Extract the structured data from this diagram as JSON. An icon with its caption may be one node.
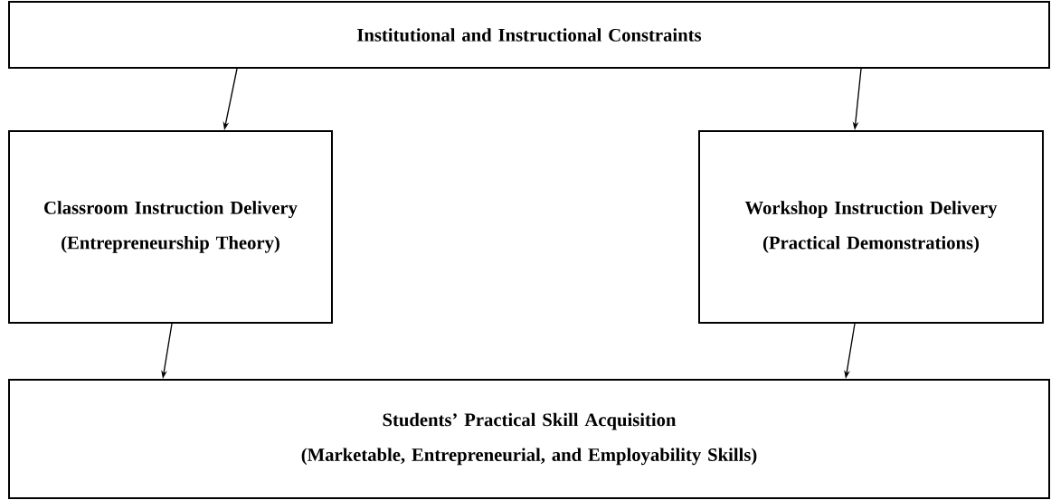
{
  "diagram": {
    "nodes": [
      {
        "text": [
          "Institutional and Instructional Constraints"
        ]
      },
      {
        "text": [
          "Classroom Instruction Delivery",
          "(Entrepreneurship Theory)"
        ]
      },
      {
        "text": [
          "Workshop Instruction Delivery",
          "(Practical Demonstrations)"
        ]
      },
      {
        "text": [
          "Students’ Practical Skill Acquisition",
          "(Marketable, Entrepreneurial, and Employability Skills)"
        ]
      }
    ],
    "edges": [
      {
        "from": 0,
        "to": 1,
        "arrow": "to"
      },
      {
        "from": 0,
        "to": 2,
        "arrow": "to"
      },
      {
        "from": 1,
        "to": 3,
        "arrow": "to"
      },
      {
        "from": 2,
        "to": 3,
        "arrow": "to"
      }
    ]
  }
}
